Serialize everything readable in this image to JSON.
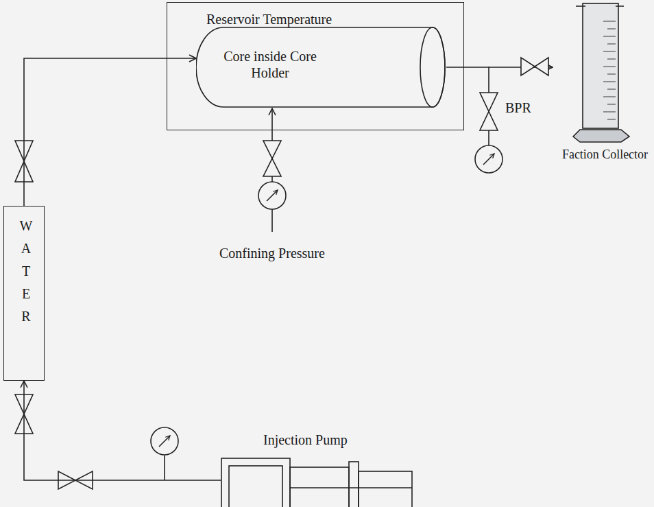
{
  "diagram": {
    "nodes": [
      {
        "text": [
          "Reservoir Temperature"
        ]
      },
      {
        "text": [
          "Core inside Core Holder"
        ],
        "in": 0
      },
      {
        "text": [
          "Faction Collector"
        ]
      },
      {
        "text": [
          "WATER"
        ]
      },
      {
        "text": [
          "Injection Pump"
        ]
      }
    ],
    "edges": [
      {
        "from": 4,
        "to": 3,
        "arrow": "to"
      },
      {
        "from": 3,
        "to": 1,
        "arrow": "to"
      },
      {
        "from": 1,
        "to": 2,
        "arrow": "to"
      }
    ],
    "labels": [
      "Confining Pressure",
      "BPR"
    ]
  }
}
